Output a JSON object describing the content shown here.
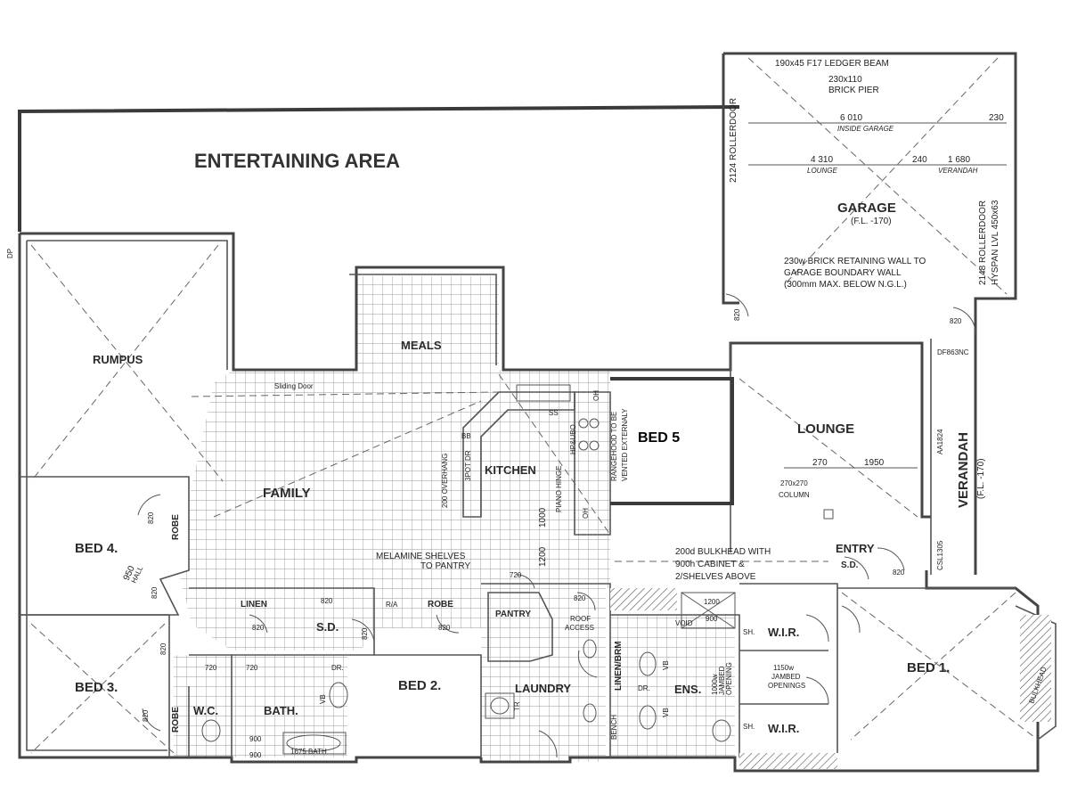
{
  "title": "ENTERTAINING AREA",
  "rooms": {
    "rumpus": "RUMPUS",
    "meals": "MEALS",
    "family": "FAMILY",
    "kitchen": "KITCHEN",
    "bed5": "BED 5",
    "lounge": "LOUNGE",
    "verandah": "VERANDAH",
    "verandah_fl": "(F.L. -170)",
    "garage": "GARAGE",
    "garage_fl": "(F.L. -170)",
    "bed4": "BED 4.",
    "bed3": "BED 3.",
    "bed2": "BED 2.",
    "bed1": "BED 1.",
    "laundry": "LAUNDRY",
    "bath": "BATH.",
    "wc": "W.C.",
    "ens": "ENS.",
    "wir1": "W.I.R.",
    "wir2": "W.I.R.",
    "linen": "LINEN",
    "robe_bed2": "ROBE",
    "robe_bed4": "ROBE",
    "robe_bed3": "ROBE",
    "pantry": "PANTRY",
    "entry": "ENTRY",
    "linen_brm": "LINEN/BRM",
    "bench": "BENCH"
  },
  "labels": {
    "sliding_door": "Sliding Door",
    "overhang": "200 OVERHANG",
    "bb": "BB",
    "ss": "SS",
    "hp_ubo": "HP&UBO",
    "oh_top": "OH",
    "oh_bottom": "OH",
    "piano_hinge": "PIANO HINGE",
    "rangehood_1": "RANGEHOOD TO BE",
    "rangehood_2": "VENTED EXTERNALY",
    "melamine_1": "MELAMINE SHELVES",
    "melamine_2": "TO PANTRY",
    "bulkhead_1": "200d BULKHEAD WITH",
    "bulkhead_2": "900h CABINET &",
    "bulkhead_3": "2/SHELVES ABOVE",
    "column_1": "270x270",
    "column_2": "COLUMN",
    "sd_entry": "S.D.",
    "sd_hall": "S.D.",
    "roof_access_1": "ROOF",
    "roof_access_2": "ACCESS",
    "ra": "R/A",
    "hall": "HALL",
    "vb1": "VB",
    "vb2": "VB",
    "vb3": "VB",
    "dr1": "DR.",
    "dr2": "DR.",
    "tr": "TR",
    "sh1": "SH.",
    "sh2": "SH.",
    "jambed_1": "1150w",
    "jambed_2": "JAMBED",
    "jambed_3": "OPENINGS",
    "opening_1": "1000w",
    "opening_2": "JAMBED",
    "opening_3": "OPENING",
    "bulkhead_bed1": "BULKHEAD",
    "af_code": "DF863NC",
    "aa_code": "AA1824",
    "csl_code": "CSL1305",
    "ledger": "190x45 F17 LEDGER BEAM",
    "pier_1": "230x110",
    "pier_2": "BRICK PIER",
    "wall_note_1": "230w BRICK RETAINING WALL TO",
    "wall_note_2": "GARAGE BOUNDARY WALL",
    "wall_note_3": "(300mm MAX. BELOW N.G.L.)",
    "roller_left": "2124 ROLLERDOOR",
    "roller_right_1": "2148 ROLLERDOOR",
    "roller_right_2": "HYSPAN LVL 450x63",
    "threepot": "3POT DR",
    "void": "VOID",
    "dp": "DP"
  },
  "dims": {
    "d6010": "6 010",
    "inside_garage": "INSIDE GARAGE",
    "d230": "230",
    "d4310": "4 310",
    "lounge_sub": "LOUNGE",
    "d240": "240",
    "d1680": "1 680",
    "verandah_sub": "VERANDAH",
    "d270": "270",
    "d1950": "1950",
    "d1000": "1000",
    "d1200v": "1200",
    "d950": "950",
    "d820_a": "820",
    "d820_b": "820",
    "d820_c": "820",
    "d820_d": "820",
    "d820_e": "820",
    "d820_f": "820",
    "d820_g": "820",
    "d820_h": "820",
    "d820_i": "820",
    "d820_j": "820",
    "d820_k": "820",
    "d820_l": "820",
    "d720_a": "720",
    "d720_b": "720",
    "d720_c": "720",
    "d1200": "1200",
    "d900": "900",
    "d900b": "900",
    "d900c": "900",
    "bath_size": "1675 BATH"
  },
  "colors": {
    "wall": "#444444",
    "heavy": "#3a3a3a",
    "tile": "#9a9a9a",
    "paper": "#ffffff"
  }
}
